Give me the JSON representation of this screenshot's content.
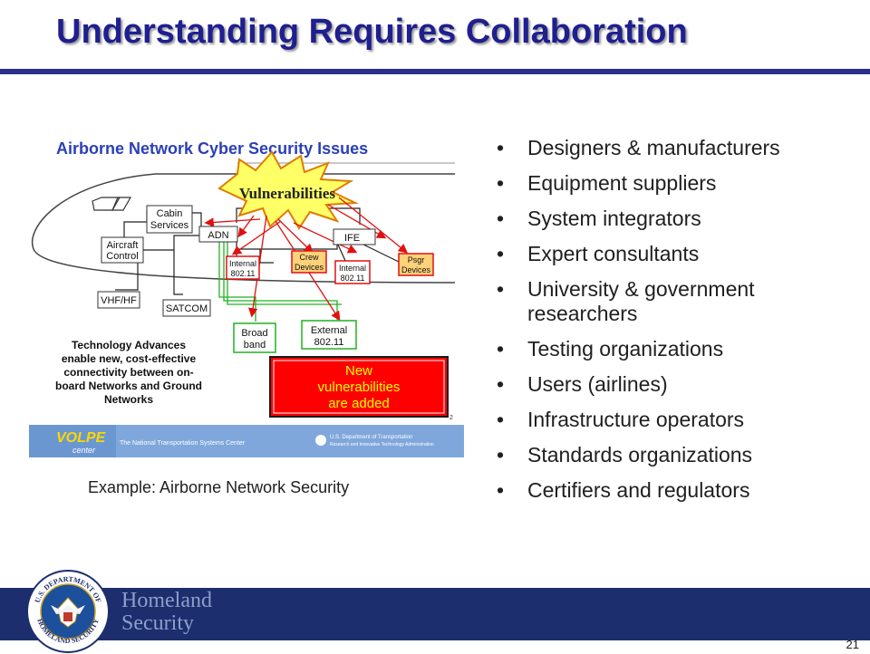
{
  "slide": {
    "title": "Understanding Requires Collaboration",
    "page_number": "21"
  },
  "bullets": [
    "Designers & manufacturers",
    "Equipment suppliers",
    "System integrators",
    "Expert consultants",
    "University & government researchers",
    "Testing organizations",
    "Users (airlines)",
    "Infrastructure operators",
    "Standards organizations",
    "Certifiers and regulators"
  ],
  "bullet_glyph": "•",
  "figure": {
    "heading": "Airborne Network Cyber Security Issues",
    "burst_label": "Vulnerabilities",
    "boxes": {
      "cabin_services": [
        "Cabin",
        "Services"
      ],
      "aircraft_control": [
        "Aircraft",
        "Control"
      ],
      "adn": "ADN",
      "ife": "IFE",
      "vhf_hf": "VHF/HF",
      "satcom": "SATCOM",
      "internal_1": [
        "Internal",
        "802.11"
      ],
      "crew_devices": [
        "Crew",
        "Devices"
      ],
      "internal_2": [
        "Internal",
        "802.11"
      ],
      "psgr_devices": [
        "Psgr",
        "Devices"
      ],
      "broadband": [
        "Broad",
        "band"
      ],
      "external": [
        "External",
        "802.11"
      ]
    },
    "tech_text": [
      "Technology Advances",
      "enable new, cost-effective",
      "connectivity between on-",
      "board Networks and Ground",
      "Networks"
    ],
    "alert_text": [
      "New",
      "vulnerabilities",
      "are added"
    ],
    "footnote": "2",
    "banner": {
      "logo_top": "VOLPE",
      "logo_bottom": "center",
      "center_text": "The National Transportation Systems Center",
      "dot_line1": "U.S. Department of Transportation",
      "dot_line2": "Research and Innovative Technology Administration"
    },
    "caption": "Example: Airborne Network Security"
  },
  "footer": {
    "org_line1": "Homeland",
    "org_line2": "Security",
    "seal_text_top": "U.S. DEPARTMENT OF",
    "seal_text_bottom": "HOMELAND SECURITY"
  },
  "colors": {
    "title": "#1f1f8f",
    "rule": "#2b2f8a",
    "footer": "#1c2e6e",
    "figure_heading": "#2b3fb8",
    "arrow": "#e01010",
    "alert_bg": "#ff0000",
    "alert_text": "#ffff00",
    "burst": "#ffff66",
    "device_fill": "#ffd27a",
    "green_box": "#22b022"
  }
}
